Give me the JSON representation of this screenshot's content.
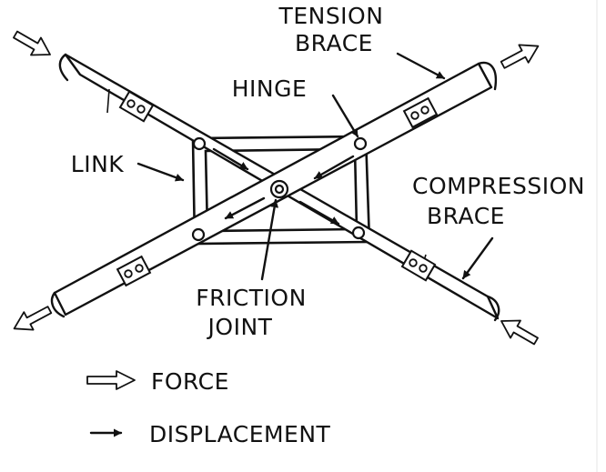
{
  "labels": {
    "tension_line1": "TENSION",
    "tension_line2": "BRACE",
    "hinge": "HINGE",
    "link": "LINK",
    "compression_line1": "COMPRESSION",
    "compression_line2": "BRACE",
    "friction_line1": "FRICTION",
    "friction_line2": "JOINT"
  },
  "legend": {
    "force": "FORCE",
    "displacement": "DISPLACEMENT"
  }
}
